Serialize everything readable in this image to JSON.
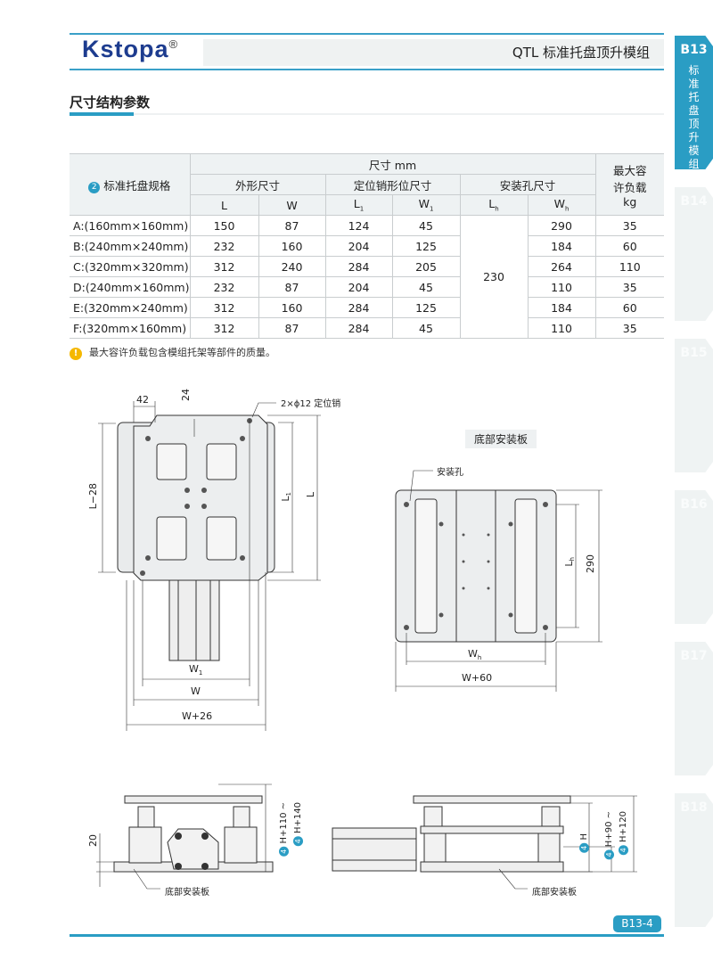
{
  "header": {
    "logo": "Kstopa",
    "registered": "®",
    "title": "QTL 标准托盘顶升模组"
  },
  "section_title": "尺寸结构参数",
  "table": {
    "spec_label": "标准托盘规格",
    "spec_num": "2",
    "dim_group": "尺寸 mm",
    "outer": "外形尺寸",
    "pin": "定位销形位尺寸",
    "mount": "安装孔尺寸",
    "load": "最大容许负载 kg",
    "cols": {
      "L": "L",
      "W": "W",
      "L1": "L",
      "W1": "W",
      "Lh": "L",
      "Wh": "W",
      "sub1": "1",
      "subh": "h"
    },
    "lh_shared": "230",
    "rows": [
      {
        "spec": "A:(160mm×160mm)",
        "L": "150",
        "W": "87",
        "L1": "124",
        "W1": "45",
        "Wh": "290",
        "load": "35"
      },
      {
        "spec": "B:(240mm×240mm)",
        "L": "232",
        "W": "160",
        "L1": "204",
        "W1": "125",
        "Wh": "184",
        "load": "60"
      },
      {
        "spec": "C:(320mm×320mm)",
        "L": "312",
        "W": "240",
        "L1": "284",
        "W1": "205",
        "Wh": "264",
        "load": "110"
      },
      {
        "spec": "D:(240mm×160mm)",
        "L": "232",
        "W": "87",
        "L1": "204",
        "W1": "45",
        "Wh": "110",
        "load": "35"
      },
      {
        "spec": "E:(320mm×240mm)",
        "L": "312",
        "W": "160",
        "L1": "284",
        "W1": "125",
        "Wh": "184",
        "load": "60"
      },
      {
        "spec": "F:(320mm×160mm)",
        "L": "312",
        "W": "87",
        "L1": "284",
        "W1": "45",
        "Wh": "110",
        "load": "35"
      }
    ]
  },
  "note": {
    "icon": "!",
    "text": "最大容许负载包含模组托架等部件的质量。"
  },
  "drawing_top": {
    "d42": "42",
    "d24": "24",
    "pin": "2×ϕ12 定位销",
    "l28": "L−28",
    "l1": "L",
    "l": "L",
    "w1": "W",
    "w": "W",
    "w26": "W+26",
    "sub1": "1"
  },
  "drawing_base": {
    "title": "底部安装板",
    "hole": "安装孔",
    "lh": "L",
    "wh": "W",
    "subh": "h",
    "d290": "290",
    "w60": "W+60"
  },
  "drawing_side": {
    "d20": "20",
    "num": "4",
    "h1": "H+110 ~",
    "h2": "H+140",
    "base": "底部安装板",
    "h": "H",
    "h3": "H+90 ~",
    "h4": "H+120",
    "base2": "底部安装板"
  },
  "tabs": [
    {
      "code": "B13",
      "text": "标准托盘顶升模组"
    },
    {
      "code": "B14"
    },
    {
      "code": "B15"
    },
    {
      "code": "B16"
    },
    {
      "code": "B17"
    },
    {
      "code": "B18"
    }
  ],
  "footer": {
    "page": "B13-4"
  },
  "colors": {
    "accent": "#2a9dc4",
    "logo": "#1d3c8f",
    "warn": "#f5b800"
  }
}
